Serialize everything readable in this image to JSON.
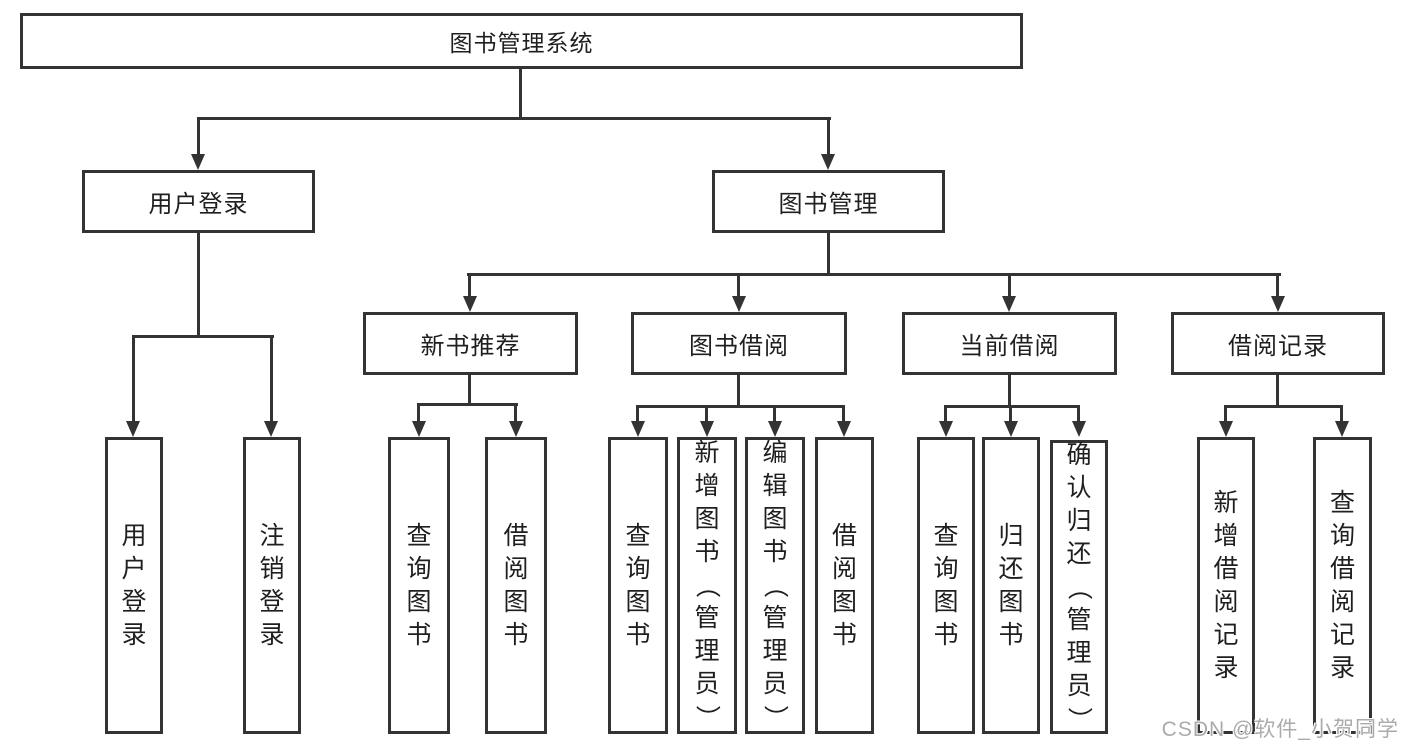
{
  "diagram": {
    "root": {
      "label": "图书管理系统"
    },
    "level2": [
      {
        "label": "用户登录"
      },
      {
        "label": "图书管理"
      }
    ],
    "level3": [
      {
        "label": "新书推荐"
      },
      {
        "label": "图书借阅"
      },
      {
        "label": "当前借阅"
      },
      {
        "label": "借阅记录"
      }
    ],
    "leaves": {
      "login": [
        "用户登录",
        "注销登录"
      ],
      "newbook": [
        "查询图书",
        "借阅图书"
      ],
      "borrow": [
        "查询图书",
        "新增图书（管理员）",
        "编辑图书（管理员）",
        "借阅图书"
      ],
      "current": [
        "查询图书",
        "归还图书",
        "确认归还（管理员）"
      ],
      "records": [
        "新增借阅记录",
        "查询借阅记录"
      ]
    }
  },
  "watermark": "CSDN @软件_小贺同学",
  "colors": {
    "line": "#333333",
    "text": "#1f1f1f",
    "watermark": "#ababab"
  }
}
